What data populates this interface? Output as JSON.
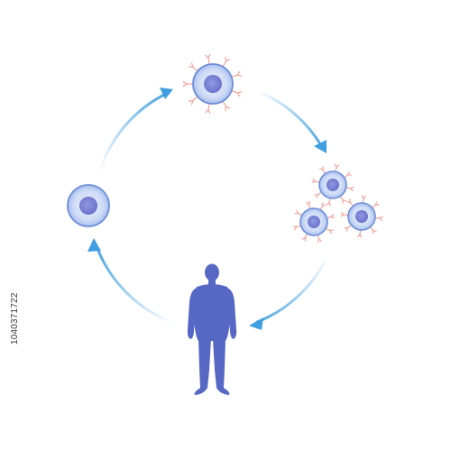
{
  "diagram": {
    "stages": [
      {
        "name": "resting-cell",
        "icon": "cell-icon"
      },
      {
        "name": "activated-cell",
        "icon": "receptor-cell-icon"
      },
      {
        "name": "expanded-cells",
        "icon": "cell-cluster-icon",
        "count": 3
      },
      {
        "name": "patient",
        "icon": "human-silhouette-icon"
      }
    ],
    "flow": "clockwise",
    "colors": {
      "cell_outer": "#b9cdf1",
      "cell_border": "#6d8fd9",
      "nucleus": "#7a85d6",
      "receptor": "#f0a39a",
      "arrow": "#3f9fe0",
      "human": "#5668c4"
    }
  },
  "watermark": {
    "side_text": "1040371722"
  }
}
